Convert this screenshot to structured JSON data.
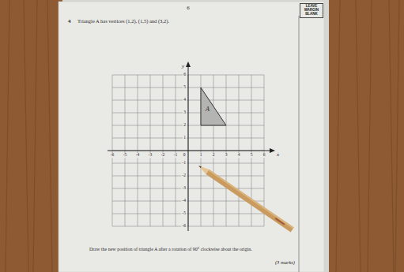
{
  "diagram": {
    "nodes": [
      {
        "text": [
          "LEAVE MARGIN BLANK"
        ]
      },
      {
        "text": [
          "A"
        ]
      }
    ],
    "labels": [
      "6",
      "4",
      "Triangle A has vertices (1,2), (1,5) and (3,2).",
      "y",
      "6",
      "5",
      "4",
      "3",
      "2",
      "1",
      "-1",
      "-2",
      "-3",
      "-4",
      "-5",
      "-6",
      "-6",
      "-5",
      "-4",
      "-3",
      "-2",
      "-1",
      "0",
      "1",
      "2",
      "3",
      "4",
      "5",
      "6",
      "x",
      "Draw the new position of triangle A after a rotation of 90° clockwise about the origin.",
      "(3 marks)"
    ]
  }
}
